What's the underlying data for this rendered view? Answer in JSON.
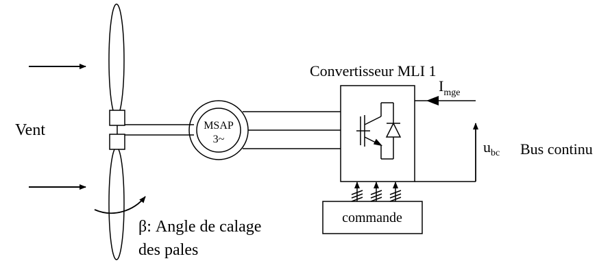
{
  "labels": {
    "wind": "Vent",
    "generator_line1": "MSAP",
    "generator_line2": "3~",
    "converter": "Convertisseur MLI 1",
    "current_main": "I",
    "current_sub": "mge",
    "voltage_main": "u",
    "voltage_sub": "bc",
    "dc_bus": "Bus continu",
    "control": "commande",
    "pitch_line1": "β: Angle de calage",
    "pitch_line2": "des pales"
  }
}
